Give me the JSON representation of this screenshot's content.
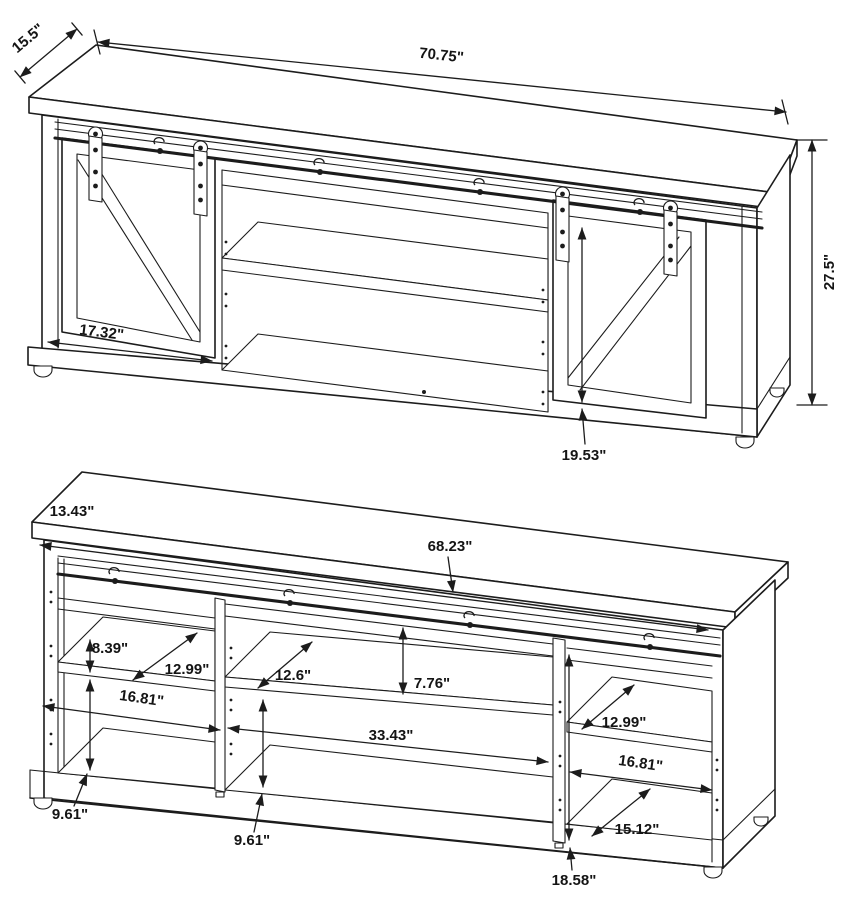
{
  "drawing": {
    "type": "furniture-dimension-diagram",
    "subject": "TV console with sliding barn doors",
    "line_color": "#1c1c1c",
    "background": "#ffffff"
  },
  "views": {
    "top": {
      "name": "assembled-exterior-view",
      "depth": "15.5\"",
      "width": "70.75\"",
      "height": "27.5\"",
      "door_width": "17.32\"",
      "door_height": "19.53\""
    },
    "bottom": {
      "name": "interior-shelving-view",
      "top_depth": "13.43\"",
      "rail_length": "68.23\"",
      "left": {
        "shelf_gap": "8.39\"",
        "shelf_depth": "12.99\"",
        "width": "16.81\"",
        "lower_height": "9.61\""
      },
      "center": {
        "shelf_depth": "12.6\"",
        "shelf_gap": "7.76\"",
        "width": "33.43\"",
        "lower_height": "9.61\""
      },
      "right": {
        "shelf_depth": "12.99\"",
        "width": "16.81\"",
        "floor_depth": "15.12\"",
        "height": "18.58\""
      }
    }
  }
}
